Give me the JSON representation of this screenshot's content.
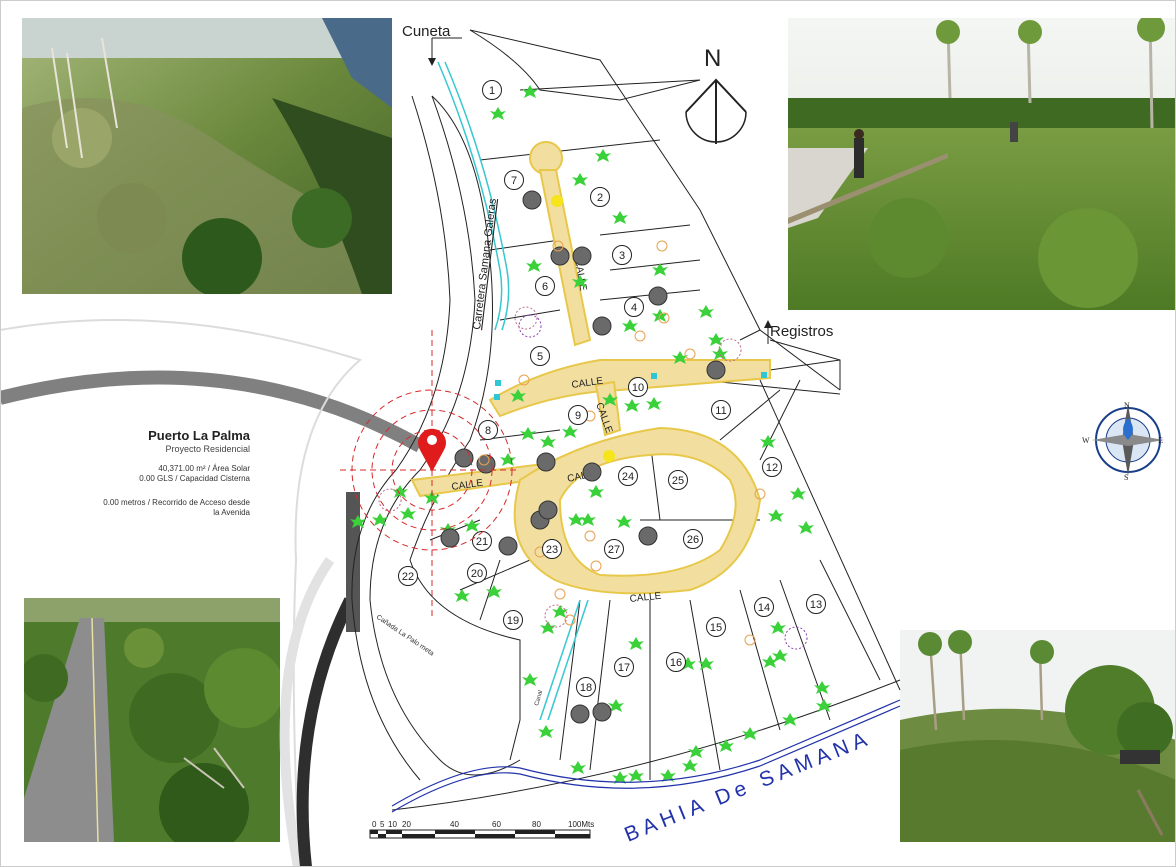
{
  "info": {
    "title": "Puerto La Palma",
    "subtitle": "Proyecto Residencial",
    "area": "40,371.00 m² / Área Solar",
    "cistern": "0.00 GLS / Capacidad Cisterna",
    "access_line1": "0.00 metros / Recorrido de Acceso desde",
    "access_line2": "la Avenida"
  },
  "map": {
    "north_letter": "N",
    "cuneta_label": "Cuneta",
    "registros_label": "Registros",
    "road_label": "Carretera Samana Galeras",
    "canada_label": "Cañada La Palo meta",
    "canal_label": "Canal",
    "bay_label": "BAHIA De SAMANA",
    "street_label": "CALLE",
    "scale_labels": [
      "0",
      "5",
      "10",
      "20",
      "40",
      "60",
      "80",
      "100Mts"
    ],
    "compass_letters": {
      "n": "N",
      "s": "S",
      "e": "E",
      "w": "W"
    },
    "lots": [
      "1",
      "2",
      "3",
      "4",
      "5",
      "6",
      "7",
      "8",
      "9",
      "10",
      "11",
      "12",
      "13",
      "14",
      "15",
      "16",
      "17",
      "18",
      "19",
      "20",
      "21",
      "22",
      "23",
      "24",
      "25",
      "26",
      "27"
    ]
  },
  "colors": {
    "street_fill": "#f2dfa0",
    "street_edge": "#e8c84a",
    "palm": "#3bd13b",
    "canal": "#37c7d0",
    "bay_line": "#2233aa",
    "pin": "#e01b1b",
    "target": "#d42a2a"
  }
}
